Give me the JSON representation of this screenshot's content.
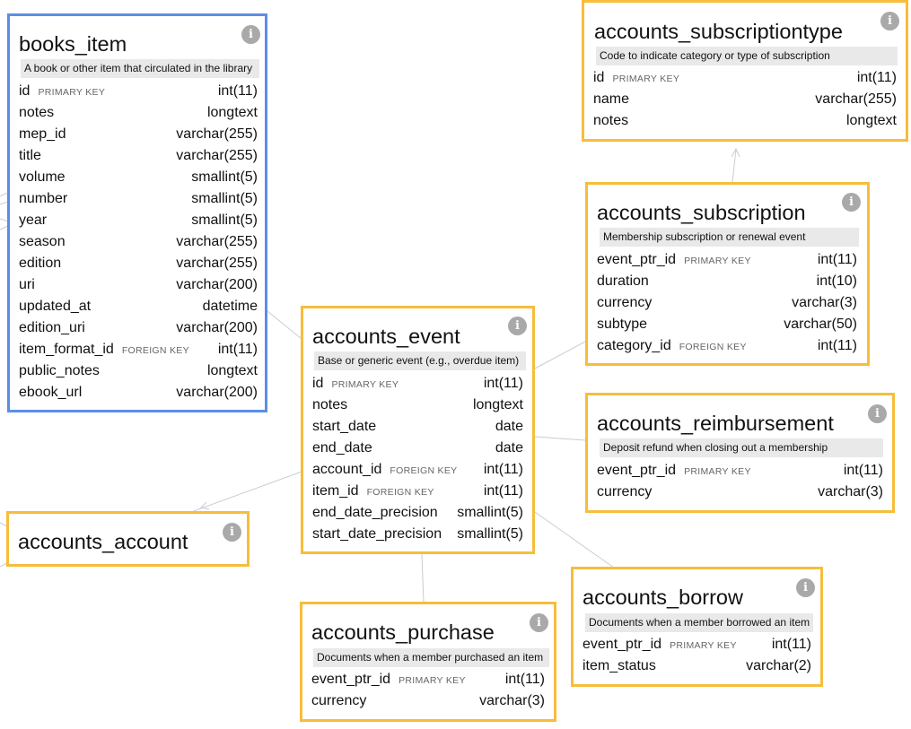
{
  "tables": [
    {
      "id": "books_item",
      "name": "books_item",
      "description": "A book or other item that circulated in the library",
      "columns": [
        {
          "name": "id",
          "key": "PRIMARY KEY",
          "type": "int(11)"
        },
        {
          "name": "notes",
          "key": "",
          "type": "longtext"
        },
        {
          "name": "mep_id",
          "key": "",
          "type": "varchar(255)"
        },
        {
          "name": "title",
          "key": "",
          "type": "varchar(255)"
        },
        {
          "name": "volume",
          "key": "",
          "type": "smallint(5)"
        },
        {
          "name": "number",
          "key": "",
          "type": "smallint(5)"
        },
        {
          "name": "year",
          "key": "",
          "type": "smallint(5)"
        },
        {
          "name": "season",
          "key": "",
          "type": "varchar(255)"
        },
        {
          "name": "edition",
          "key": "",
          "type": "varchar(255)"
        },
        {
          "name": "uri",
          "key": "",
          "type": "varchar(200)"
        },
        {
          "name": "updated_at",
          "key": "",
          "type": "datetime"
        },
        {
          "name": "edition_uri",
          "key": "",
          "type": "varchar(200)"
        },
        {
          "name": "item_format_id",
          "key": "FOREIGN KEY",
          "type": "int(11)"
        },
        {
          "name": "public_notes",
          "key": "",
          "type": "longtext"
        },
        {
          "name": "ebook_url",
          "key": "",
          "type": "varchar(200)"
        }
      ]
    },
    {
      "id": "accounts_subscriptiontype",
      "name": "accounts_subscriptiontype",
      "description": "Code to indicate category or type of subscription",
      "columns": [
        {
          "name": "id",
          "key": "PRIMARY KEY",
          "type": "int(11)"
        },
        {
          "name": "name",
          "key": "",
          "type": "varchar(255)"
        },
        {
          "name": "notes",
          "key": "",
          "type": "longtext"
        }
      ]
    },
    {
      "id": "accounts_subscription",
      "name": "accounts_subscription",
      "description": "Membership subscription or renewal event",
      "columns": [
        {
          "name": "event_ptr_id",
          "key": "PRIMARY KEY",
          "type": "int(11)"
        },
        {
          "name": "duration",
          "key": "",
          "type": "int(10)"
        },
        {
          "name": "currency",
          "key": "",
          "type": "varchar(3)"
        },
        {
          "name": "subtype",
          "key": "",
          "type": "varchar(50)"
        },
        {
          "name": "category_id",
          "key": "FOREIGN KEY",
          "type": "int(11)"
        }
      ]
    },
    {
      "id": "accounts_event",
      "name": "accounts_event",
      "description": "Base or generic event (e.g., overdue item)",
      "columns": [
        {
          "name": "id",
          "key": "PRIMARY KEY",
          "type": "int(11)"
        },
        {
          "name": "notes",
          "key": "",
          "type": "longtext"
        },
        {
          "name": "start_date",
          "key": "",
          "type": "date"
        },
        {
          "name": "end_date",
          "key": "",
          "type": "date"
        },
        {
          "name": "account_id",
          "key": "FOREIGN KEY",
          "type": "int(11)"
        },
        {
          "name": "item_id",
          "key": "FOREIGN KEY",
          "type": "int(11)"
        },
        {
          "name": "end_date_precision",
          "key": "",
          "type": "smallint(5)"
        },
        {
          "name": "start_date_precision",
          "key": "",
          "type": "smallint(5)"
        }
      ]
    },
    {
      "id": "accounts_reimbursement",
      "name": "accounts_reimbursement",
      "description": "Deposit refund when closing out a membership",
      "columns": [
        {
          "name": "event_ptr_id",
          "key": "PRIMARY KEY",
          "type": "int(11)"
        },
        {
          "name": "currency",
          "key": "",
          "type": "varchar(3)"
        }
      ]
    },
    {
      "id": "accounts_account",
      "name": "accounts_account",
      "description": "",
      "columns": []
    },
    {
      "id": "accounts_borrow",
      "name": "accounts_borrow",
      "description": "Documents when a member borrowed an item",
      "columns": [
        {
          "name": "event_ptr_id",
          "key": "PRIMARY KEY",
          "type": "int(11)"
        },
        {
          "name": "item_status",
          "key": "",
          "type": "varchar(2)"
        }
      ]
    },
    {
      "id": "accounts_purchase",
      "name": "accounts_purchase",
      "description": "Documents when a member purchased an item",
      "columns": [
        {
          "name": "event_ptr_id",
          "key": "PRIMARY KEY",
          "type": "int(11)"
        },
        {
          "name": "currency",
          "key": "",
          "type": "varchar(3)"
        }
      ]
    }
  ],
  "relationships": [
    {
      "from": "accounts_subscription",
      "to": "accounts_subscriptiontype"
    },
    {
      "from": "accounts_event",
      "to": "accounts_account"
    },
    {
      "from": "accounts_event",
      "to": "books_item"
    },
    {
      "from": "accounts_subscription",
      "to": "accounts_event"
    },
    {
      "from": "accounts_reimbursement",
      "to": "accounts_event"
    },
    {
      "from": "accounts_borrow",
      "to": "accounts_event"
    },
    {
      "from": "accounts_purchase",
      "to": "accounts_event"
    }
  ],
  "colors": {
    "table_border": "#f7bd3b",
    "selected_border": "#5b8ee6",
    "description_bg": "#e9e9e9",
    "info_icon": "#a9a9a9",
    "link_line": "#c8cdd2"
  },
  "icons": {
    "table_info": "info-icon"
  }
}
